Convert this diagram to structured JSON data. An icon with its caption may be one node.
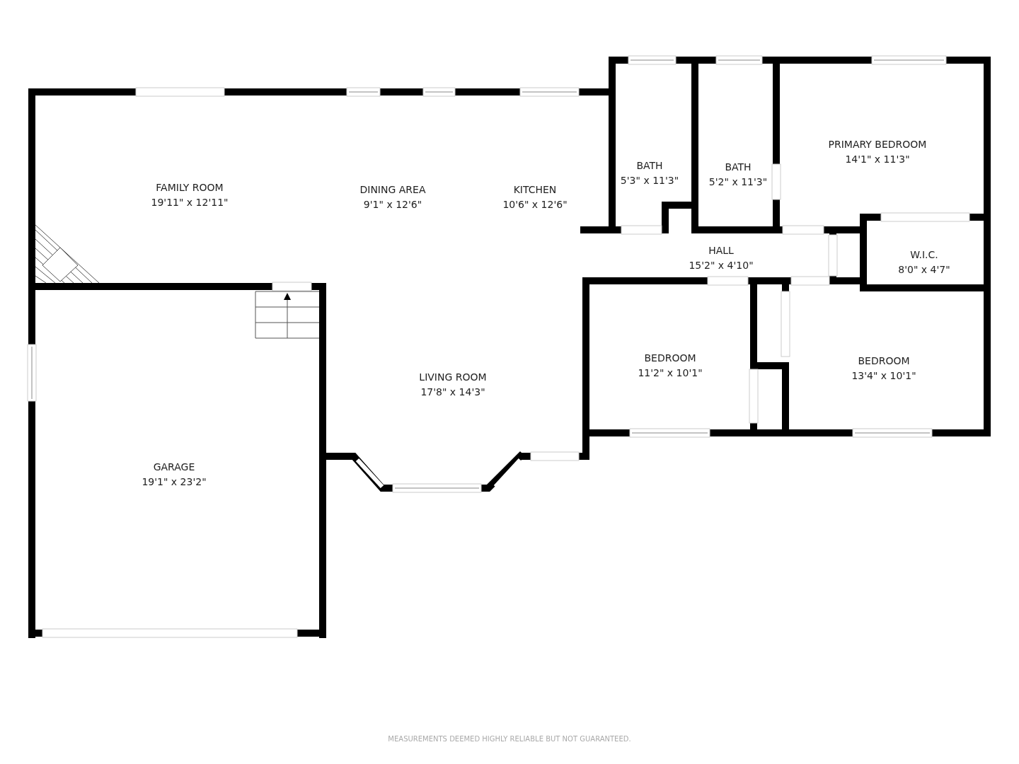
{
  "diagram": {
    "labels": [
      "PRIMARY BEDROOM",
      "14'1\" x 11'3\"",
      "BATH",
      "5'3\" x 11'3\"",
      "BATH",
      "5'2\" x 11'3\"",
      "FAMILY ROOM",
      "19'11\" x 12'11\"",
      "DINING AREA",
      "9'1\" x 12'6\"",
      "KITCHEN",
      "10'6\" x 12'6\"",
      "HALL",
      "15'2\" x 4'10\"",
      "W.I.C.",
      "8'0\" x 4'7\"",
      "BEDROOM",
      "11'2\" x 10'1\"",
      "BEDROOM",
      "13'4\" x 10'1\"",
      "LIVING ROOM",
      "17'8\" x 14'3\"",
      "GARAGE",
      "19'1\" x 23'2\"",
      "MEASUREMENTS DEEMED HIGHLY RELIABLE BUT NOT GUARANTEED."
    ]
  }
}
